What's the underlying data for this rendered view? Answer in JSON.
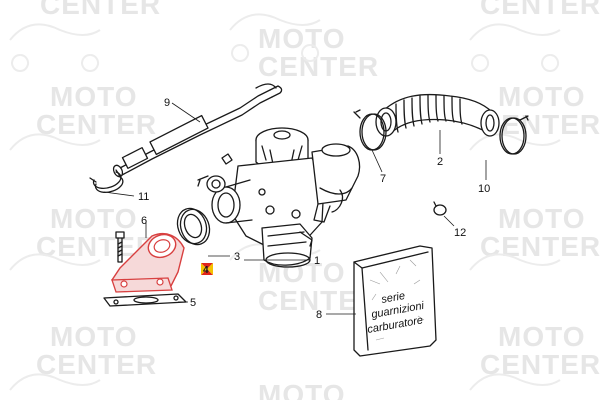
{
  "watermark": {
    "line1": "MOTO",
    "line2": "CENTER"
  },
  "callouts": [
    "1",
    "2",
    "3",
    "4",
    "5",
    "6",
    "7",
    "8",
    "9",
    "10",
    "11",
    "12"
  ],
  "gasket_bag": {
    "line1": "serie",
    "line2": "guarnizioni",
    "line3": "carburatore"
  },
  "colors": {
    "watermark": "#e6e6e6",
    "highlight_part": "#d84040",
    "marker_red": "#e0241b",
    "marker_yellow": "#f5c200",
    "line": "#1a1a1a"
  },
  "icons": {
    "marker": "crosshair-marker-icon"
  }
}
